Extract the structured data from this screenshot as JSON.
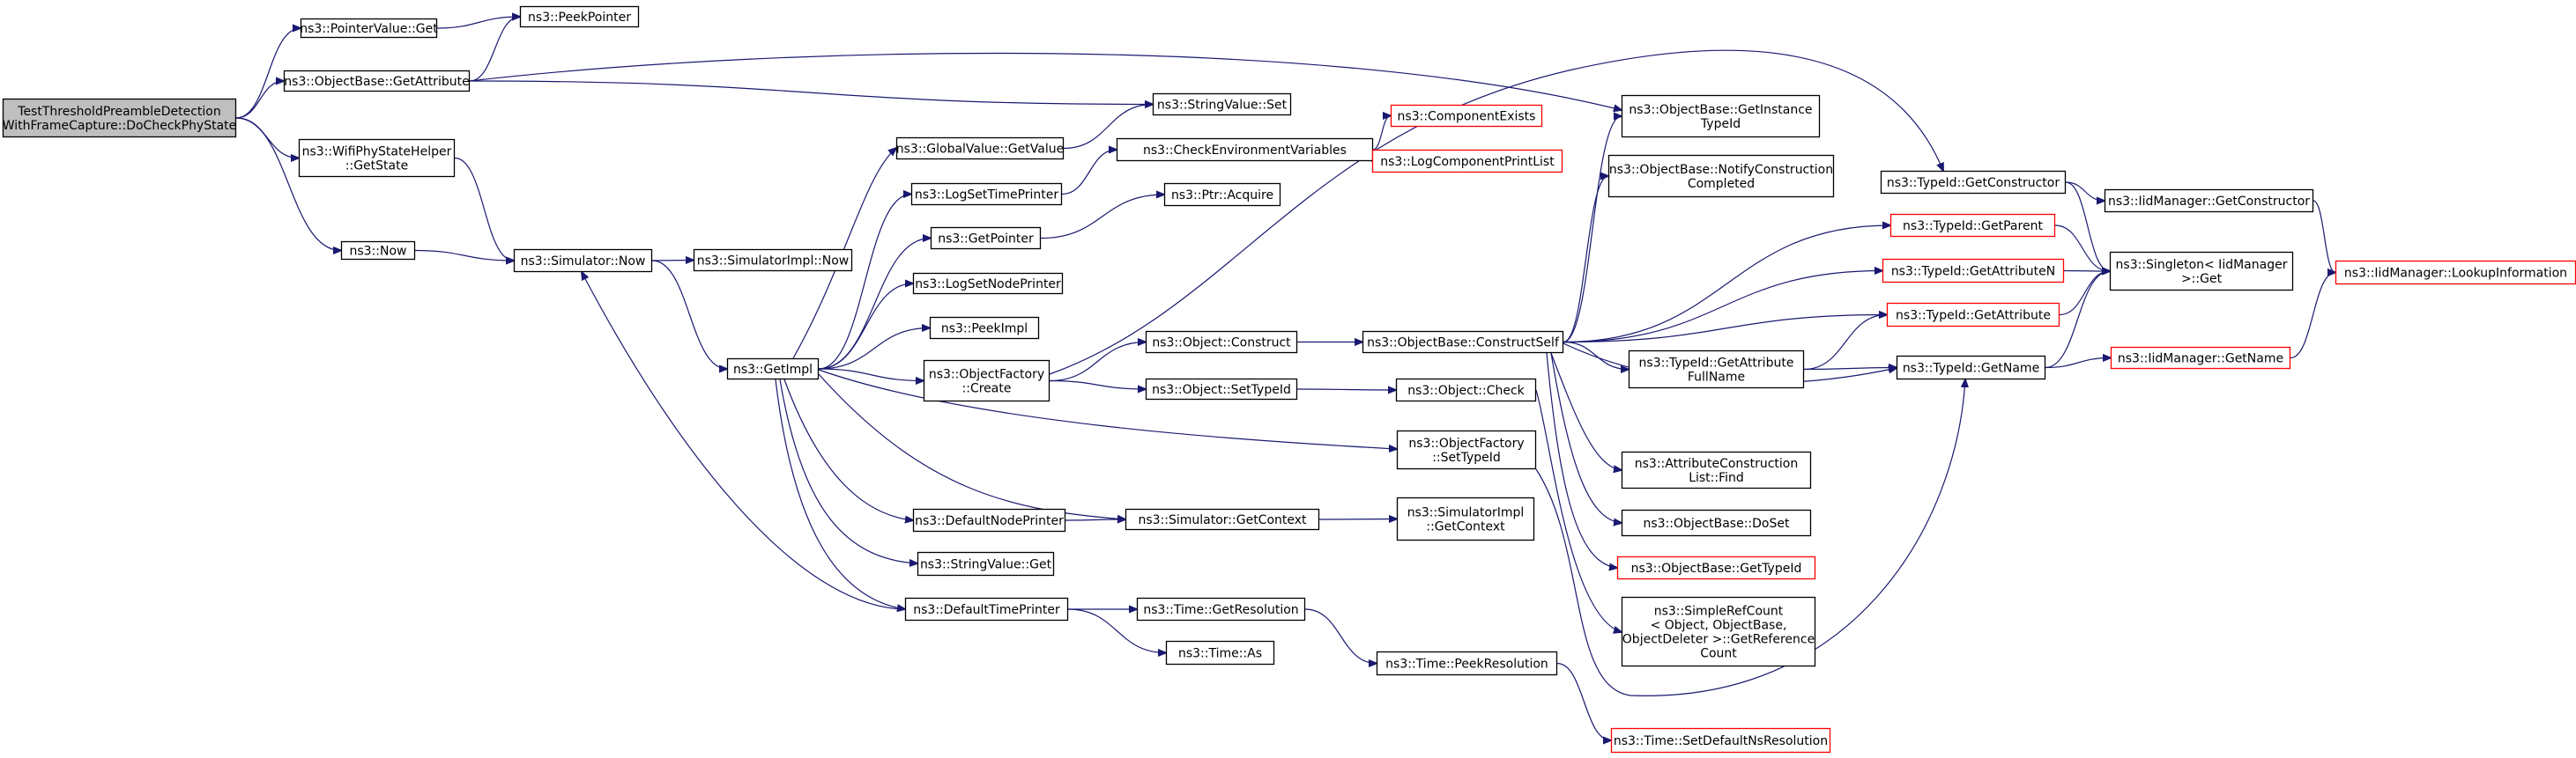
{
  "colors": {
    "edge": "#191970",
    "node_border": "#000000",
    "truncated_border": "#ff0000",
    "root_fill": "#bfbfbf",
    "node_fill": "#ffffff"
  },
  "nodes": [
    {
      "id": "root",
      "lines": [
        "TestThresholdPreambleDetection",
        "WithFrameCapture::DoCheckPhyState"
      ],
      "style": "root"
    },
    {
      "id": "pointervalue_get",
      "lines": [
        "ns3::PointerValue::Get"
      ],
      "style": "normal"
    },
    {
      "id": "peekpointer",
      "lines": [
        "ns3::PeekPointer"
      ],
      "style": "normal"
    },
    {
      "id": "objectbase_getattribute",
      "lines": [
        "ns3::ObjectBase::GetAttribute"
      ],
      "style": "normal"
    },
    {
      "id": "wifiphystatehelper_getstate",
      "lines": [
        "ns3::WifiPhyStateHelper",
        "::GetState"
      ],
      "style": "normal"
    },
    {
      "id": "now",
      "lines": [
        "ns3::Now"
      ],
      "style": "normal"
    },
    {
      "id": "simulator_now",
      "lines": [
        "ns3::Simulator::Now"
      ],
      "style": "normal"
    },
    {
      "id": "simulatorimpl_now",
      "lines": [
        "ns3::SimulatorImpl::Now"
      ],
      "style": "normal"
    },
    {
      "id": "getimpl",
      "lines": [
        "ns3::GetImpl"
      ],
      "style": "normal"
    },
    {
      "id": "globalvalue_getvalue",
      "lines": [
        "ns3::GlobalValue::GetValue"
      ],
      "style": "normal"
    },
    {
      "id": "stringvalue_set",
      "lines": [
        "ns3::StringValue::Set"
      ],
      "style": "normal"
    },
    {
      "id": "logsettimeprinter",
      "lines": [
        "ns3::LogSetTimePrinter"
      ],
      "style": "normal"
    },
    {
      "id": "checkenvvars",
      "lines": [
        "ns3::CheckEnvironmentVariables"
      ],
      "style": "normal"
    },
    {
      "id": "componentexists",
      "lines": [
        "ns3::ComponentExists"
      ],
      "style": "truncated"
    },
    {
      "id": "logcomponentprintlist",
      "lines": [
        "ns3::LogComponentPrintList"
      ],
      "style": "truncated"
    },
    {
      "id": "getpointer",
      "lines": [
        "ns3::GetPointer"
      ],
      "style": "normal"
    },
    {
      "id": "ptr_acquire",
      "lines": [
        "ns3::Ptr::Acquire"
      ],
      "style": "normal"
    },
    {
      "id": "logsetnodeprinter",
      "lines": [
        "ns3::LogSetNodePrinter"
      ],
      "style": "normal"
    },
    {
      "id": "peekimpl",
      "lines": [
        "ns3::PeekImpl"
      ],
      "style": "normal"
    },
    {
      "id": "objectfactory_create",
      "lines": [
        "ns3::ObjectFactory",
        "::Create"
      ],
      "style": "normal"
    },
    {
      "id": "object_construct",
      "lines": [
        "ns3::Object::Construct"
      ],
      "style": "normal"
    },
    {
      "id": "object_settypeid",
      "lines": [
        "ns3::Object::SetTypeId"
      ],
      "style": "normal"
    },
    {
      "id": "object_check",
      "lines": [
        "ns3::Object::Check"
      ],
      "style": "normal"
    },
    {
      "id": "objectfactory_settypeid",
      "lines": [
        "ns3::ObjectFactory",
        "::SetTypeId"
      ],
      "style": "normal"
    },
    {
      "id": "defaultnodeprinter",
      "lines": [
        "ns3::DefaultNodePrinter"
      ],
      "style": "normal"
    },
    {
      "id": "simulator_getcontext",
      "lines": [
        "ns3::Simulator::GetContext"
      ],
      "style": "normal"
    },
    {
      "id": "simulatorimpl_getcontext",
      "lines": [
        "ns3::SimulatorImpl",
        "::GetContext"
      ],
      "style": "normal"
    },
    {
      "id": "stringvalue_get",
      "lines": [
        "ns3::StringValue::Get"
      ],
      "style": "normal"
    },
    {
      "id": "defaulttimeprinter",
      "lines": [
        "ns3::DefaultTimePrinter"
      ],
      "style": "normal"
    },
    {
      "id": "time_getresolution",
      "lines": [
        "ns3::Time::GetResolution"
      ],
      "style": "normal"
    },
    {
      "id": "time_as",
      "lines": [
        "ns3::Time::As"
      ],
      "style": "normal"
    },
    {
      "id": "time_peekresolution",
      "lines": [
        "ns3::Time::PeekResolution"
      ],
      "style": "normal"
    },
    {
      "id": "time_setdefaultnsresolution",
      "lines": [
        "ns3::Time::SetDefaultNsResolution"
      ],
      "style": "truncated"
    },
    {
      "id": "objectbase_getinstancetypeid",
      "lines": [
        "ns3::ObjectBase::GetInstance",
        "TypeId"
      ],
      "style": "normal"
    },
    {
      "id": "objectbase_notifyconstructioncompleted",
      "lines": [
        "ns3::ObjectBase::NotifyConstruction",
        "Completed"
      ],
      "style": "normal"
    },
    {
      "id": "objectbase_constructself",
      "lines": [
        "ns3::ObjectBase::ConstructSelf"
      ],
      "style": "normal"
    },
    {
      "id": "typeid_getattributefullname",
      "lines": [
        "ns3::TypeId::GetAttribute",
        "FullName"
      ],
      "style": "normal"
    },
    {
      "id": "attributeconstructionlist_find",
      "lines": [
        "ns3::AttributeConstruction",
        "List::Find"
      ],
      "style": "normal"
    },
    {
      "id": "objectbase_doset",
      "lines": [
        "ns3::ObjectBase::DoSet"
      ],
      "style": "normal"
    },
    {
      "id": "objectbase_gettypeid",
      "lines": [
        "ns3::ObjectBase::GetTypeId"
      ],
      "style": "truncated"
    },
    {
      "id": "simplerefcount_getreferencecount",
      "lines": [
        "ns3::SimpleRefCount",
        "< Object, ObjectBase,",
        "ObjectDeleter >::GetReference",
        "Count"
      ],
      "style": "normal"
    },
    {
      "id": "typeid_getconstructor",
      "lines": [
        "ns3::TypeId::GetConstructor"
      ],
      "style": "normal"
    },
    {
      "id": "typeid_getparent",
      "lines": [
        "ns3::TypeId::GetParent"
      ],
      "style": "truncated"
    },
    {
      "id": "typeid_getattributen",
      "lines": [
        "ns3::TypeId::GetAttributeN"
      ],
      "style": "truncated"
    },
    {
      "id": "typeid_getattribute",
      "lines": [
        "ns3::TypeId::GetAttribute"
      ],
      "style": "truncated"
    },
    {
      "id": "typeid_getname",
      "lines": [
        "ns3::TypeId::GetName"
      ],
      "style": "normal"
    },
    {
      "id": "iidmanager_getconstructor",
      "lines": [
        "ns3::IidManager::GetConstructor"
      ],
      "style": "normal"
    },
    {
      "id": "singleton_get",
      "lines": [
        "ns3::Singleton< IidManager",
        ">::Get"
      ],
      "style": "normal"
    },
    {
      "id": "iidmanager_getname",
      "lines": [
        "ns3::IidManager::GetName"
      ],
      "style": "truncated"
    },
    {
      "id": "iidmanager_lookupinformation",
      "lines": [
        "ns3::IidManager::LookupInformation"
      ],
      "style": "truncated"
    }
  ],
  "edges": [
    [
      "root",
      "pointervalue_get"
    ],
    [
      "root",
      "objectbase_getattribute"
    ],
    [
      "root",
      "wifiphystatehelper_getstate"
    ],
    [
      "root",
      "now"
    ],
    [
      "pointervalue_get",
      "peekpointer"
    ],
    [
      "objectbase_getattribute",
      "peekpointer"
    ],
    [
      "objectbase_getattribute",
      "stringvalue_set"
    ],
    [
      "objectbase_getattribute",
      "objectbase_getinstancetypeid"
    ],
    [
      "wifiphystatehelper_getstate",
      "simulator_now"
    ],
    [
      "now",
      "simulator_now"
    ],
    [
      "simulator_now",
      "simulatorimpl_now"
    ],
    [
      "simulator_now",
      "getimpl"
    ],
    [
      "getimpl",
      "globalvalue_getvalue"
    ],
    [
      "getimpl",
      "logsettimeprinter"
    ],
    [
      "getimpl",
      "getpointer"
    ],
    [
      "getimpl",
      "logsetnodeprinter"
    ],
    [
      "getimpl",
      "peekimpl"
    ],
    [
      "getimpl",
      "objectfactory_create"
    ],
    [
      "getimpl",
      "objectfactory_settypeid"
    ],
    [
      "getimpl",
      "defaultnodeprinter"
    ],
    [
      "getimpl",
      "simulator_getcontext"
    ],
    [
      "getimpl",
      "stringvalue_get"
    ],
    [
      "getimpl",
      "defaulttimeprinter"
    ],
    [
      "globalvalue_getvalue",
      "stringvalue_set"
    ],
    [
      "logsettimeprinter",
      "checkenvvars"
    ],
    [
      "checkenvvars",
      "componentexists"
    ],
    [
      "checkenvvars",
      "logcomponentprintlist"
    ],
    [
      "getpointer",
      "ptr_acquire"
    ],
    [
      "objectfactory_create",
      "object_construct"
    ],
    [
      "objectfactory_create",
      "object_settypeid"
    ],
    [
      "objectfactory_create",
      "typeid_getconstructor"
    ],
    [
      "object_construct",
      "objectbase_constructself"
    ],
    [
      "object_settypeid",
      "object_check"
    ],
    [
      "defaultnodeprinter",
      "simulator_getcontext"
    ],
    [
      "simulator_getcontext",
      "simulatorimpl_getcontext"
    ],
    [
      "defaulttimeprinter",
      "simulator_now"
    ],
    [
      "defaulttimeprinter",
      "time_getresolution"
    ],
    [
      "defaulttimeprinter",
      "time_as"
    ],
    [
      "time_getresolution",
      "time_peekresolution"
    ],
    [
      "time_peekresolution",
      "time_setdefaultnsresolution"
    ],
    [
      "objectbase_constructself",
      "objectbase_getinstancetypeid"
    ],
    [
      "objectbase_constructself",
      "objectbase_notifyconstructioncompleted"
    ],
    [
      "objectbase_constructself",
      "typeid_getparent"
    ],
    [
      "objectbase_constructself",
      "typeid_getattributen"
    ],
    [
      "objectbase_constructself",
      "typeid_getattribute"
    ],
    [
      "objectbase_constructself",
      "typeid_getattributefullname"
    ],
    [
      "objectbase_constructself",
      "typeid_getname"
    ],
    [
      "objectbase_constructself",
      "attributeconstructionlist_find"
    ],
    [
      "objectbase_constructself",
      "objectbase_doset"
    ],
    [
      "objectbase_constructself",
      "objectbase_gettypeid"
    ],
    [
      "typeid_getattributefullname",
      "typeid_getattribute"
    ],
    [
      "typeid_getattributefullname",
      "typeid_getname"
    ],
    [
      "object_check",
      "simplerefcount_getreferencecount"
    ],
    [
      "objectfactory_settypeid",
      "typeid_getname"
    ],
    [
      "typeid_getconstructor",
      "iidmanager_getconstructor"
    ],
    [
      "typeid_getconstructor",
      "singleton_get"
    ],
    [
      "typeid_getparent",
      "singleton_get"
    ],
    [
      "typeid_getattributen",
      "singleton_get"
    ],
    [
      "typeid_getattribute",
      "singleton_get"
    ],
    [
      "typeid_getname",
      "singleton_get"
    ],
    [
      "typeid_getname",
      "iidmanager_getname"
    ],
    [
      "iidmanager_getconstructor",
      "iidmanager_lookupinformation"
    ],
    [
      "iidmanager_getname",
      "iidmanager_lookupinformation"
    ]
  ]
}
